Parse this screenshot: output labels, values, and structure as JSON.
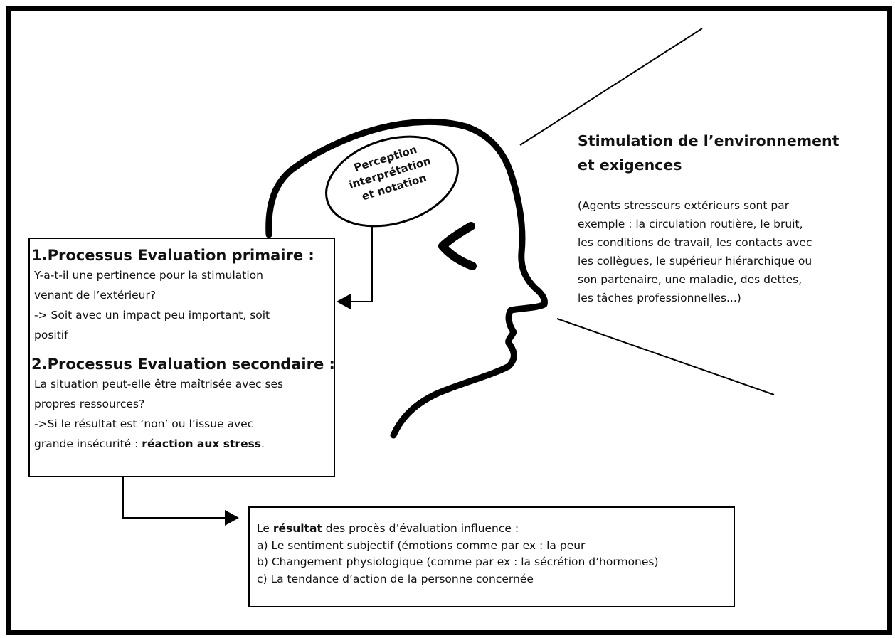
{
  "bubble": {
    "lines": [
      "Perception",
      "interprétation",
      "et notation"
    ]
  },
  "environment": {
    "title_lines": [
      "Stimulation de l’environnement",
      "et exigences"
    ],
    "list_lines": [
      "(Agents stresseurs extérieurs sont par",
      "exemple : la circulation routière, le bruit,",
      "les conditions de travail, les contacts avec",
      "les collègues, le supérieur hiérarchique ou",
      "son partenaire, une maladie, des dettes,",
      "les tâches professionnelles...)"
    ]
  },
  "evaluation": {
    "primary": {
      "heading": "1.Processus Evaluation primaire :",
      "lines": [
        "Y-a-t-il une pertinence pour la stimulation",
        "venant de l’extérieur?",
        "-> Soit avec un impact peu important, soit",
        "positif"
      ]
    },
    "secondary": {
      "heading": "2.Processus Evaluation secondaire :",
      "lines": [
        "La situation peut-elle être maîtrisée avec ses",
        "propres ressources?",
        "->Si le résultat est ‘non’ ou l’issue avec"
      ],
      "last_line_start": "grande insécurité : ",
      "last_line_bold": "réaction aux stress",
      "last_line_end": "."
    }
  },
  "result": {
    "intro_start": "Le ",
    "intro_bold": "résultat",
    "intro_end": " des procès d’évaluation influence :",
    "items": [
      "a) Le sentiment subjectif (émotions comme par ex : la peur",
      "b) Changement physiologique (comme par ex : la sécrétion d’hormones)",
      "c) La tendance d’action de la personne concernée"
    ]
  }
}
